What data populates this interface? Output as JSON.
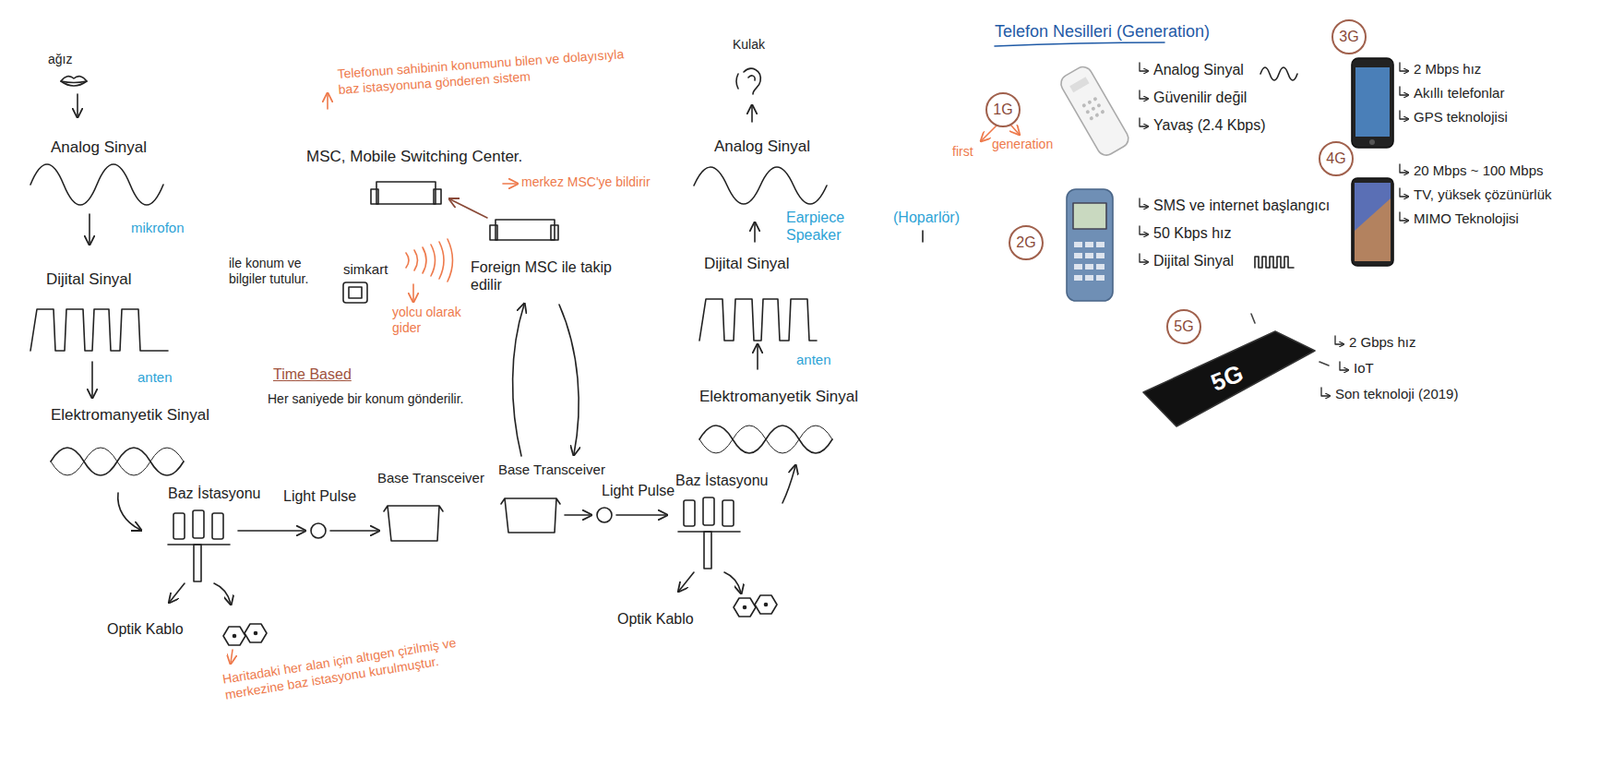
{
  "diagram": {
    "title": "Telefon Nesilleri (Generation)",
    "nodes": [
      {
        "text": [
          "1G"
        ]
      },
      {
        "text": [
          "2G"
        ]
      },
      {
        "text": [
          "3G"
        ]
      },
      {
        "text": [
          "4G"
        ]
      },
      {
        "text": [
          "5G"
        ]
      }
    ],
    "labels": [
      "ağız",
      "Analog Sinyal",
      "mikrofon",
      "Dijital Sinyal",
      "anten",
      "Elektromanyetik Sinyal",
      "Baz İstasyonu",
      "Optik Kablo",
      "Haritadaki her alan için altıgen çizilmiş ve merkezine baz istasyonu kurulmuştur.",
      "Telefonun sahibinin konumunu bilen ve dolayısıyla baz istasyonuna gönderen sistem",
      "MSC, Mobile Switching Center.",
      "merkez MSC'ye bildirir",
      "ile konum ve bilgiler tutulur.",
      "simkart",
      "yolcu olarak gider",
      "Foreign MSC ile takip edilir",
      "Time Based",
      "Her saniyede bir konum gönderilir.",
      "Light Pulse",
      "Base Transceiver",
      "Base Transceiver",
      "Light Pulse",
      "Baz İstasyonu",
      "Optik Kablo",
      "Kulak",
      "Analog Sinyal",
      "Earpiece Speaker",
      "(Hoparlör)",
      "Dijital Sinyal",
      "anten",
      "Elektromanyetik Sinyal",
      "first",
      "generation",
      "Analog Sinyal",
      "Güvenilir değil",
      "Yavaş (2.4 Kbps)",
      "SMS ve internet başlangıcı",
      "50 Kbps hız",
      "Dijital Sinyal",
      "2 Mbps hız",
      "Akıllı telefonlar",
      "GPS teknolojisi",
      "20 Mbps ~ 100 Mbps",
      "TV, yüksek çözünürlük",
      "MIMO Teknolojisi",
      "2 Gbps hız",
      "IoT",
      "Son teknoloji (2019)",
      "5G"
    ]
  }
}
